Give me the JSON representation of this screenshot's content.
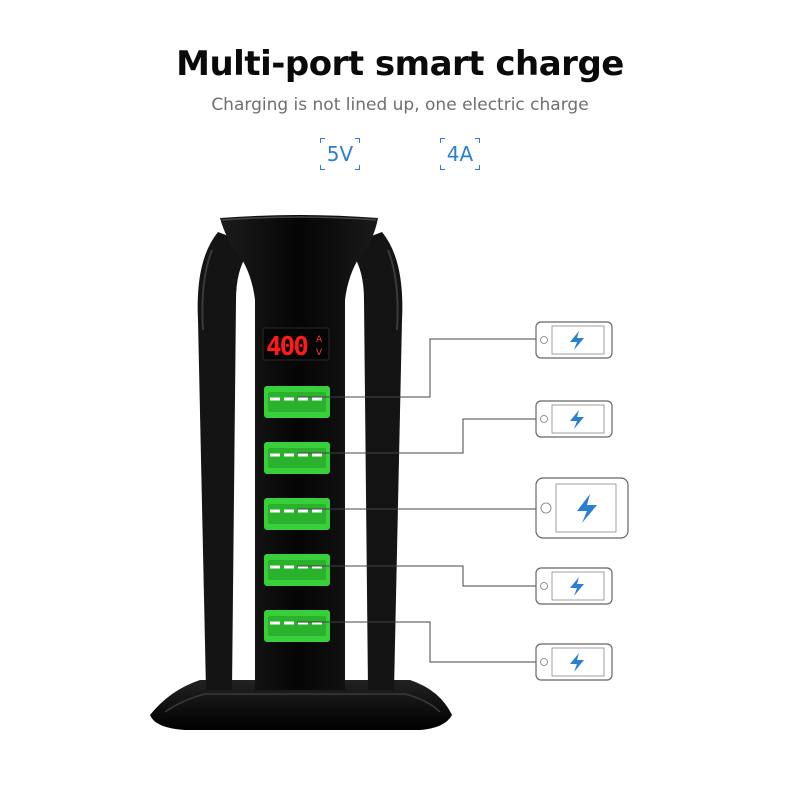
{
  "header": {
    "title": "Multi-port smart charge",
    "subtitle": "Charging is not lined up, one electric charge"
  },
  "specs": {
    "voltage": "5V",
    "current": "4A"
  },
  "display": {
    "reading": "400",
    "unit_top": "A",
    "unit_bottom": "V",
    "color": "#ff1a1a"
  },
  "ports": {
    "count": 5,
    "color": "#3fdc3f"
  },
  "colors": {
    "body": "#0b0b0b",
    "accent": "#2b7fd0",
    "wire": "#444444"
  },
  "icons": [
    "lightning-bolt-icon"
  ]
}
